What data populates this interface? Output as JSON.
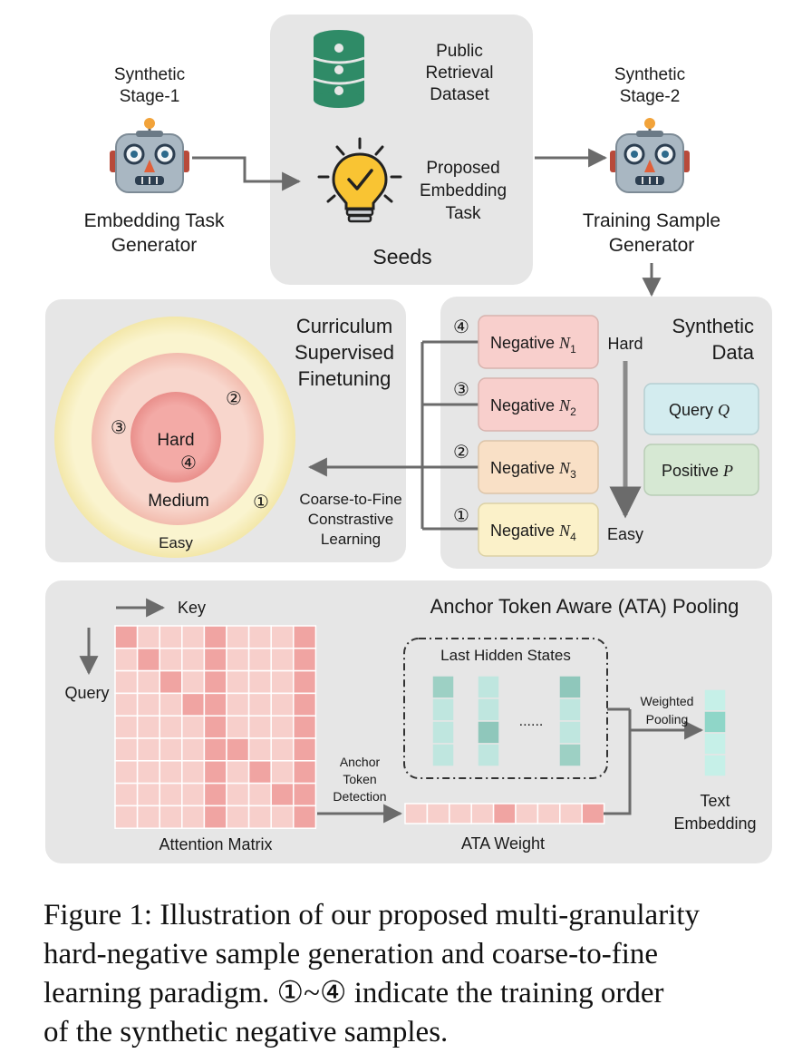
{
  "top": {
    "stage1": {
      "line1": "Synthetic",
      "line2": "Stage-1",
      "gen1": "Embedding Task",
      "gen2": "Generator"
    },
    "stage2": {
      "line1": "Synthetic",
      "line2": "Stage-2",
      "gen1": "Training Sample",
      "gen2": "Generator"
    },
    "seeds": {
      "db1": "Public",
      "db2": "Retrieval",
      "db3": "Dataset",
      "task1": "Proposed",
      "task2": "Embedding",
      "task3": "Task",
      "title": "Seeds"
    }
  },
  "curriculum": {
    "title1": "Curriculum",
    "title2": "Supervised",
    "title3": "Finetuning",
    "hard": "Hard",
    "medium": "Medium",
    "easy": "Easy",
    "m1": "①",
    "m2": "②",
    "m3": "③",
    "m4": "④",
    "ctf1": "Coarse-to-Fine",
    "ctf2": "Constrastive",
    "ctf3": "Learning"
  },
  "synthetic": {
    "title1": "Synthetic",
    "title2": "Data",
    "neg_word": "Negative",
    "negatives": [
      {
        "marker": "④",
        "sub": "1",
        "color": "#f8cfcc"
      },
      {
        "marker": "③",
        "sub": "2",
        "color": "#f8cfcc"
      },
      {
        "marker": "②",
        "sub": "3",
        "color": "#f9e0c6"
      },
      {
        "marker": "①",
        "sub": "4",
        "color": "#fbf1c9"
      }
    ],
    "hard": "Hard",
    "easy": "Easy",
    "query_word": "Query",
    "positive_word": "Positive"
  },
  "ata": {
    "title": "Anchor Token Aware (ATA) Pooling",
    "key": "Key",
    "query": "Query",
    "attention": "Attention Matrix",
    "lhs": "Last Hidden States",
    "dots": "......",
    "anchor1": "Anchor",
    "anchor2": "Token",
    "anchor3": "Detection",
    "weight": "ATA Weight",
    "wp1": "Weighted",
    "wp2": "Pooling",
    "text1": "Text",
    "text2": "Embedding"
  },
  "caption": {
    "line1": "Figure 1: Illustration of our proposed multi-granularity",
    "line2": "hard-negative sample generation and coarse-to-fine",
    "line3": "learning paradigm. ①~④ indicate the training order",
    "line4": "of the synthetic negative samples."
  }
}
